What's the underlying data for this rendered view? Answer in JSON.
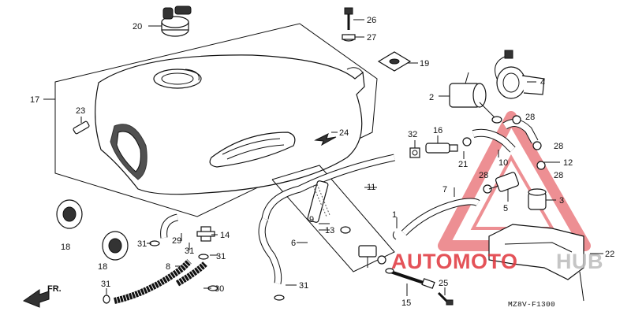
{
  "diagram": {
    "code": "MZ8V-F1300",
    "front_label": "FR.",
    "callouts": [
      {
        "id": "c1",
        "text": "1"
      },
      {
        "id": "c2",
        "text": "2"
      },
      {
        "id": "c3",
        "text": "3"
      },
      {
        "id": "c4",
        "text": "4"
      },
      {
        "id": "c5",
        "text": "5"
      },
      {
        "id": "c6",
        "text": "6"
      },
      {
        "id": "c7",
        "text": "7"
      },
      {
        "id": "c8",
        "text": "8"
      },
      {
        "id": "c9",
        "text": "9"
      },
      {
        "id": "c10",
        "text": "10"
      },
      {
        "id": "c11",
        "text": "11"
      },
      {
        "id": "c12",
        "text": "12"
      },
      {
        "id": "c13",
        "text": "13"
      },
      {
        "id": "c14",
        "text": "14"
      },
      {
        "id": "c15",
        "text": "15"
      },
      {
        "id": "c16",
        "text": "16"
      },
      {
        "id": "c17",
        "text": "17"
      },
      {
        "id": "c18a",
        "text": "18"
      },
      {
        "id": "c18b",
        "text": "18"
      },
      {
        "id": "c19",
        "text": "19"
      },
      {
        "id": "c20",
        "text": "20"
      },
      {
        "id": "c21",
        "text": "21"
      },
      {
        "id": "c22",
        "text": "22"
      },
      {
        "id": "c23",
        "text": "23"
      },
      {
        "id": "c24",
        "text": "24"
      },
      {
        "id": "c25",
        "text": "25"
      },
      {
        "id": "c26",
        "text": "26"
      },
      {
        "id": "c27",
        "text": "27"
      },
      {
        "id": "c28a",
        "text": "28"
      },
      {
        "id": "c28b",
        "text": "28"
      },
      {
        "id": "c28c",
        "text": "28"
      },
      {
        "id": "c28d",
        "text": "28"
      },
      {
        "id": "c29",
        "text": "29"
      },
      {
        "id": "c30",
        "text": "30"
      },
      {
        "id": "c31a",
        "text": "31"
      },
      {
        "id": "c31b",
        "text": "31"
      },
      {
        "id": "c31c",
        "text": "31"
      },
      {
        "id": "c31d",
        "text": "31"
      },
      {
        "id": "c31e",
        "text": "31"
      },
      {
        "id": "c32",
        "text": "32"
      }
    ]
  },
  "watermark": {
    "text_auto": "AUTOMOTO",
    "text_hub": "HUB",
    "color_red": "#e0353b",
    "color_gray": "#bcbcbc"
  }
}
